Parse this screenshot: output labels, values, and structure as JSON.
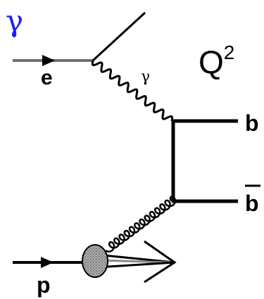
{
  "labels": {
    "corner_symbol": "γ",
    "electron": "e",
    "photon": "γ",
    "q_squared_base": "Q",
    "q_squared_exp": "2",
    "quark": "b",
    "antiquark": "b",
    "proton": "p"
  },
  "colors": {
    "corner_symbol": "#1a1aff",
    "lines": "#000000",
    "incoming_electron_line": "#707070",
    "proton_blob": "#b0b0b0",
    "text": "#000000"
  },
  "icons": {
    "proton_blob": "hatched-circle",
    "proton_remnant": "arrowhead"
  }
}
